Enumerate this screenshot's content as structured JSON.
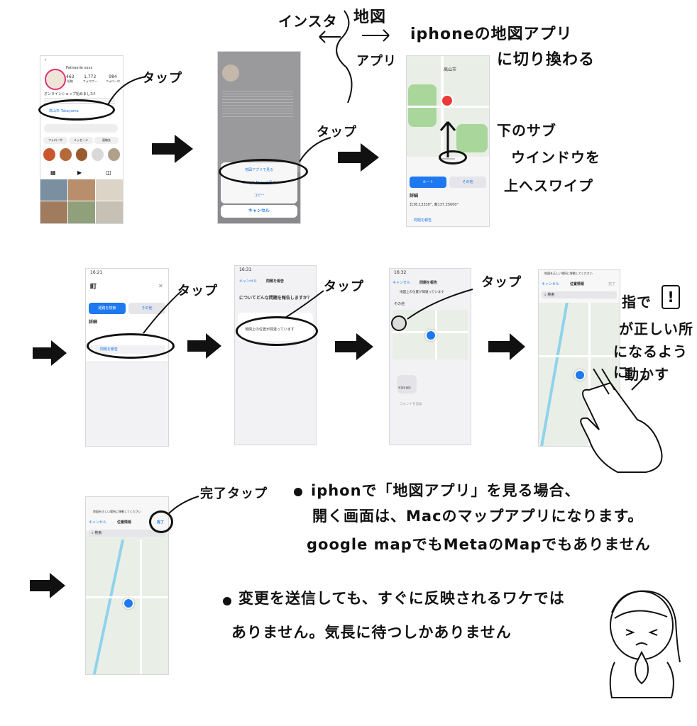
{
  "top_annotation": {
    "insta": "インスタ",
    "maps": "地図",
    "apps": "アプリ",
    "switch_line1": "iphoneの地図アプリ",
    "switch_line2": "に切り換わる"
  },
  "tap_label": "タップ",
  "swipe_note": [
    "下のサブ",
    "ウインドウを",
    "上へスワイプ"
  ],
  "drag_note": [
    "指で",
    "が正しい所",
    "になるように",
    "動かす"
  ],
  "done_tap": "完了タップ",
  "screen1": {
    "profile_name": "Patisserie xxxx",
    "stats": [
      {
        "num": "463",
        "label": "投稿"
      },
      {
        "num": "1,772",
        "label": "フォロワー"
      },
      {
        "num": "984",
        "label": "フォロー中"
      }
    ],
    "bio": "オンラインショップ始めました‼",
    "address_link": "高山市 Takayama",
    "follow_btn": "フォロー中",
    "message_btn": "メッセージ",
    "contact_btn": "連絡先"
  },
  "screen2": {
    "open_in_maps": "地図アプリで見る",
    "google_maps": "Google Mapsで見る",
    "copy": "コピー",
    "cancel": "キャンセル"
  },
  "screen3": {
    "city": "高山市",
    "route_btn": "ルート",
    "more_btn": "その他",
    "details": "詳細",
    "coords": "北36.13330°, 東137.25000°",
    "report": "問題を報告"
  },
  "screen4": {
    "time": "16:21",
    "title": "町",
    "route": "経路を検索",
    "more": "その他",
    "details": "詳細",
    "report_btn": "問題を報告"
  },
  "screen5": {
    "time": "16:31",
    "cancel": "キャンセル",
    "title": "問題を報告",
    "question": "についてどんな問題を報告しますか？",
    "option": "地図上の位置が間違っています"
  },
  "screen6": {
    "time": "16:32",
    "cancel": "キャンセル",
    "title": "問題を報告",
    "subtitle": "地図上の位置が間違っています",
    "other": "その他",
    "photo": "写真を追加",
    "comment": "コメントを追加"
  },
  "screen7": {
    "hint": "地図を正しい場所に移動してください",
    "cancel": "キャンセル",
    "title": "位置情報",
    "done": "完了",
    "search": "検索"
  },
  "screen8": {
    "hint": "地図を正しい場所に移動してください",
    "cancel": "キャンセル",
    "title": "位置情報",
    "done": "完了",
    "search": "検索"
  },
  "notes": {
    "bullet1_line1": "iphonで「地図アプリ」を見る場合、",
    "bullet1_line2": "開く画面は、Macのマップアプリになります。",
    "bullet1_line3": "google mapでもMetaのMapでもありません",
    "bullet2_line1": "変更を送信しても、すぐに反映されるワケでは",
    "bullet2_line2": "ありません。気長に待つしかありません"
  }
}
